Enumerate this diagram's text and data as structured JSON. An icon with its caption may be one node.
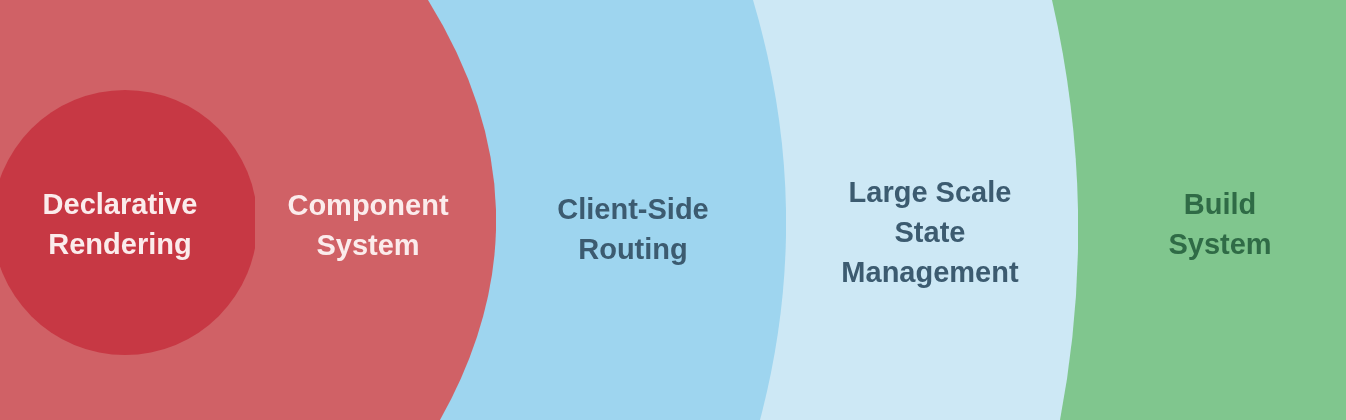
{
  "diagram": {
    "nodes": [
      {
        "text": [
          "Build System"
        ]
      },
      {
        "text": [
          "Large Scale State Management"
        ],
        "in": 0
      },
      {
        "text": [
          "Client-Side Routing"
        ],
        "in": 1
      },
      {
        "text": [
          "Component System"
        ],
        "in": 2
      },
      {
        "text": [
          "Declarative Rendering"
        ],
        "in": 3
      }
    ]
  }
}
